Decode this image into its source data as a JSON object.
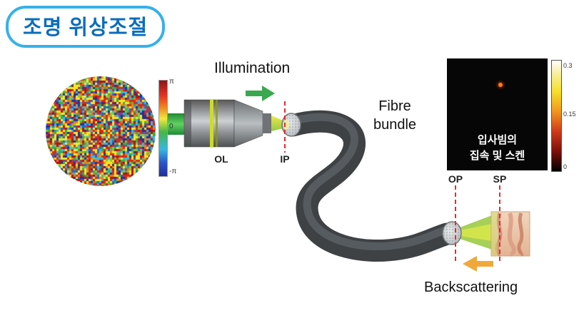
{
  "badge": {
    "label": "조명 위상조절"
  },
  "annotations": {
    "illumination": "Illumination",
    "fibre_line1": "Fibre",
    "fibre_line2": "bundle",
    "backscattering": "Backscattering"
  },
  "markers": {
    "ol": "OL",
    "ip": "IP",
    "op": "OP",
    "sp": "SP"
  },
  "phase_colorbar": {
    "tick_top": "π",
    "tick_mid": "0",
    "tick_bottom": "-π"
  },
  "scan_panel": {
    "caption_line1": "입사빔의",
    "caption_line2": "집속 및 스켄",
    "colorbar": {
      "tick_top": "0.3",
      "tick_mid": "0.15",
      "tick_bottom": "0"
    }
  },
  "colors": {
    "badge_border": "#35b2e8",
    "badge_text": "#0a6dbd",
    "beam_green": "#3aa84e",
    "beam_yellow": "#e8df3a",
    "arrow_orange": "#f0a83a",
    "dashed_red": "#e62b2b",
    "fiber_gray": "#3e4245"
  }
}
